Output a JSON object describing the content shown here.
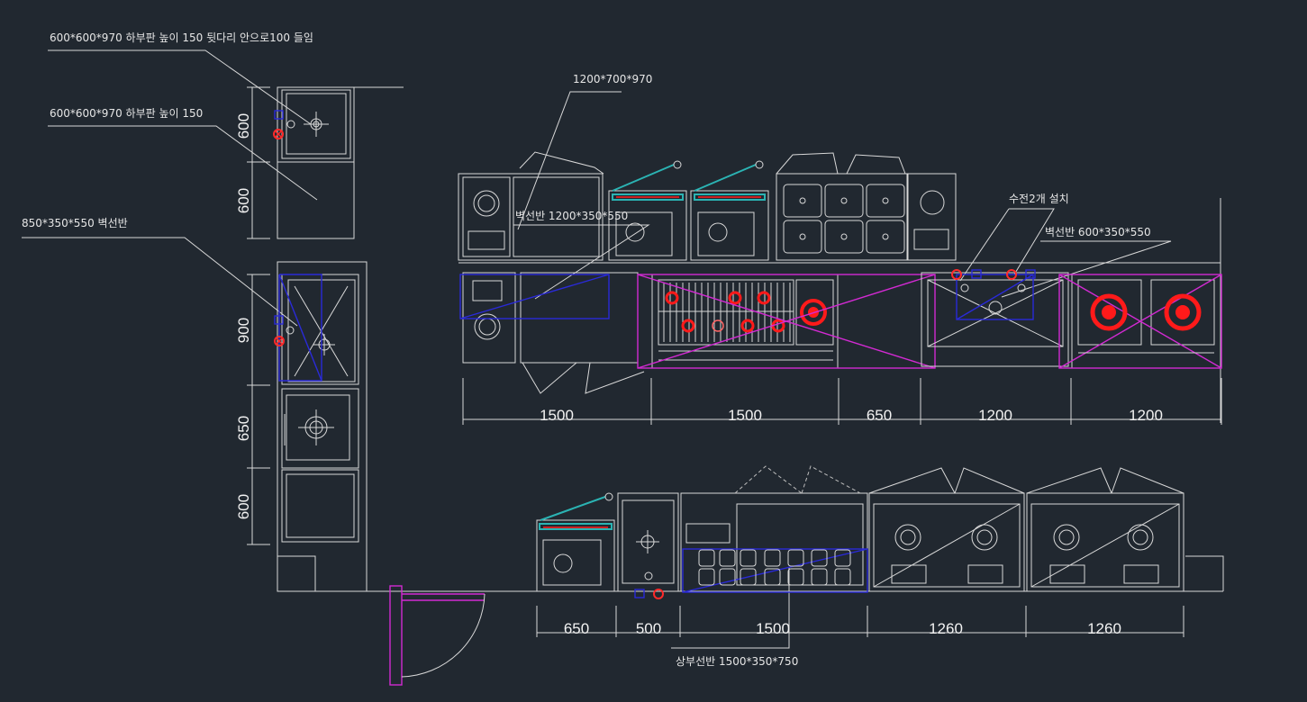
{
  "annotations": {
    "top_left_1": "600*600*970 하부판 높이 150 뒷다리 안으로100 들임",
    "top_left_2": "600*600*970 하부판 높이 150",
    "shelf_left": "850*350*550 벽선반",
    "top_center": "1200*700*970",
    "shelf_center": "벽선반  1200*350*550",
    "faucet": "수전2개 설치",
    "shelf_right": "벽선반  600*350*550",
    "upper_shelf": "상부선반 1500*350*750"
  },
  "dims_vertical": [
    "600",
    "600",
    "900",
    "650",
    "600"
  ],
  "dims_top": [
    "1500",
    "1500",
    "650",
    "1200",
    "1200"
  ],
  "dims_bottom": [
    "650",
    "500",
    "1500",
    "1260",
    "1260"
  ],
  "colors": {
    "background": "#212830",
    "lines": "#d8d8d8",
    "blue": "#2a2ad8",
    "magenta": "#d22ad2",
    "red": "#ff1a1a",
    "cyan": "#2bb3b3"
  }
}
